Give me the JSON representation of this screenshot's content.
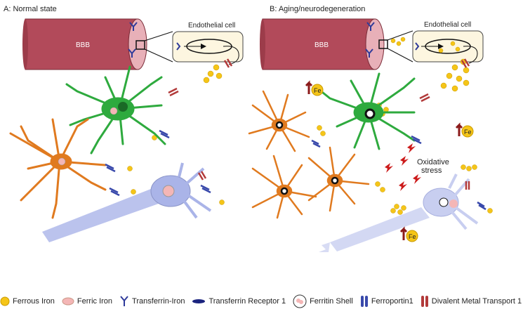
{
  "panels": {
    "a": {
      "title": "A: Normal state",
      "vessel_label": "BBB",
      "inset_label": "Endothelial cell"
    },
    "b": {
      "title": "B: Aging/neurodegeneration",
      "vessel_label": "BBB",
      "inset_label": "Endothelial cell",
      "oxidative_label_1": "Oxidative",
      "oxidative_label_2": "stress",
      "fe_label": "Fe"
    }
  },
  "legend": [
    {
      "icon": "ferrous-iron-icon",
      "label": "Ferrous Iron",
      "color": "#f5c518"
    },
    {
      "icon": "ferric-iron-icon",
      "label": "Ferric Iron",
      "color": "#f4b6b6"
    },
    {
      "icon": "transferrin-iron-icon",
      "label": "Transferrin-Iron",
      "color": "#2e3a9a"
    },
    {
      "icon": "transferrin-receptor-icon",
      "label": "Transferrin Receptor 1",
      "color": "#1a237e"
    },
    {
      "icon": "ferritin-shell-icon",
      "label": "Ferritin Shell",
      "color": "#f4b6b6"
    },
    {
      "icon": "ferroportin-icon",
      "label": "Ferroportin1",
      "color": "#3949ab"
    },
    {
      "icon": "dmt1-icon",
      "label": "Divalent Metal Transport 1",
      "color": "#b23a3a"
    }
  ],
  "colors": {
    "vessel": "#b24a5a",
    "astrocyte": "#2eaa3e",
    "oligo": "#e07a1f",
    "neuron": "#aab4e8",
    "iron": "#f5c518",
    "arrow_up": "#8b1a1a"
  }
}
